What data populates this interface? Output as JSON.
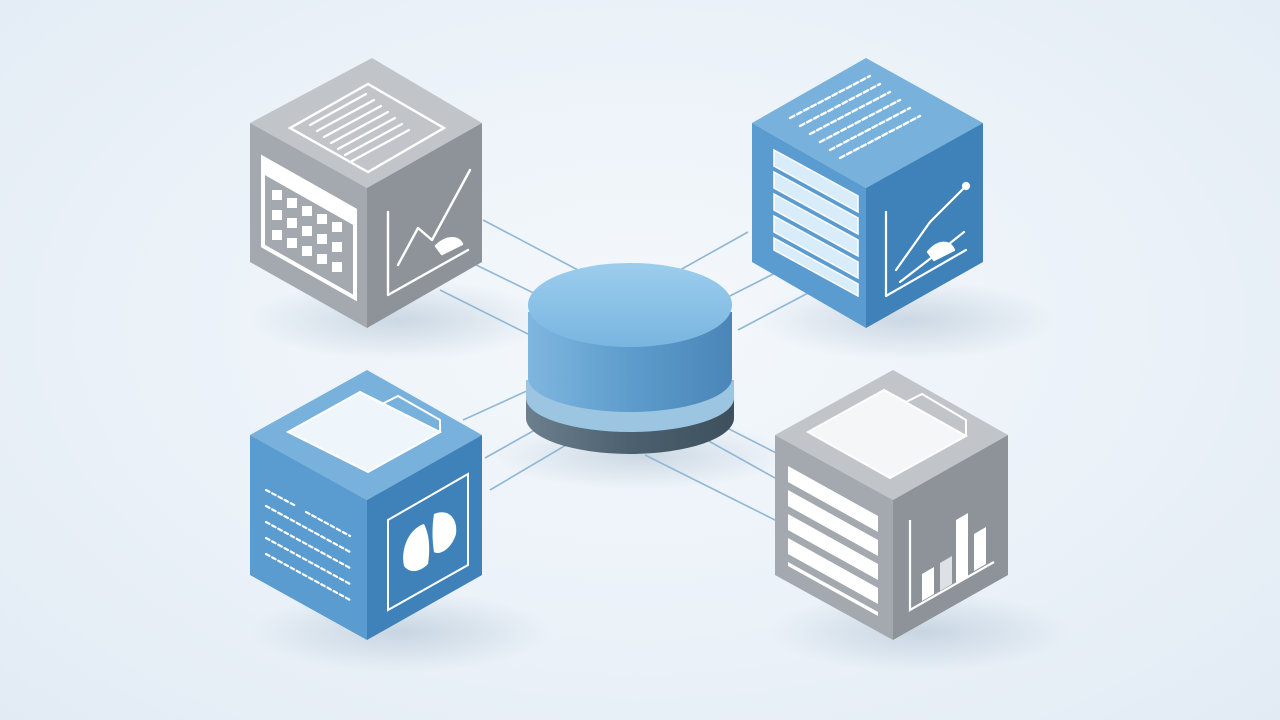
{
  "diagram": {
    "hub": {
      "icon": "database-cylinder",
      "top_color": "#86c0e6",
      "band_color": "#5f9fcf",
      "base_color": "#4f6473"
    },
    "nodes": [
      {
        "name": "spreadsheet-cube",
        "color": "gray",
        "top_icon": "document-lines-icon",
        "left_icon": "table-grid-icon",
        "right_icon": "line-chart-icon"
      },
      {
        "name": "report-cube",
        "color": "blue",
        "top_icon": "text-lines-icon",
        "left_icon": "list-rows-icon",
        "right_icon": "trend-chart-icon"
      },
      {
        "name": "folder-data-cube",
        "color": "blue",
        "top_icon": "folder-icon",
        "left_icon": "text-document-icon",
        "right_icon": "pie-chart-icon"
      },
      {
        "name": "folder-report-cube",
        "color": "gray",
        "top_icon": "folder-icon",
        "left_icon": "list-rows-icon",
        "right_icon": "bar-chart-icon"
      }
    ],
    "palette": {
      "blue": {
        "top": "#77b1dc",
        "left": "#5a9ccf",
        "right": "#3f82ba"
      },
      "gray": {
        "top": "#c1c5ca",
        "left": "#a4a9af",
        "right": "#8d9399"
      },
      "connector": "#8fb7d6"
    }
  }
}
